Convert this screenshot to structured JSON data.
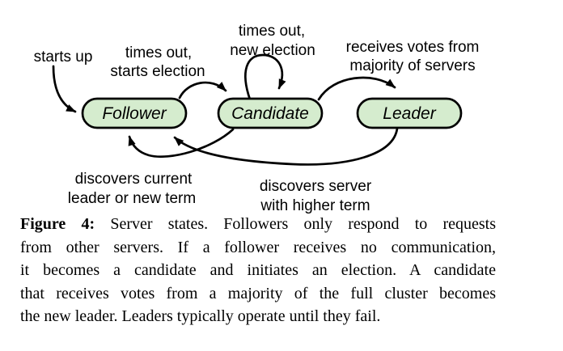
{
  "figure": {
    "states": [
      {
        "id": "follower",
        "label": "Follower"
      },
      {
        "id": "candidate",
        "label": "Candidate"
      },
      {
        "id": "leader",
        "label": "Leader"
      }
    ],
    "transitions": {
      "starts_up": {
        "line1": "starts up"
      },
      "times_out_starts_election": {
        "line1": "times out,",
        "line2": "starts election"
      },
      "times_out_new_election": {
        "line1": "times out,",
        "line2": "new election"
      },
      "receives_votes": {
        "line1": "receives votes from",
        "line2": "majority of servers"
      },
      "discovers_leader": {
        "line1": "discovers current",
        "line2": "leader or new term"
      },
      "discovers_higher_term": {
        "line1": "discovers server",
        "line2": "with higher term"
      }
    },
    "colors": {
      "state_fill": "#d5ecce",
      "state_border": "#000000",
      "arrow": "#000000"
    }
  },
  "caption": {
    "label": "Figure 4:",
    "lines": [
      " Server states. Followers only respond to requests",
      "from other servers. If a follower receives no communication,",
      "it becomes a candidate and initiates an election. A candidate",
      "that receives votes from a majority of the full cluster becomes",
      "the new leader. Leaders typically operate until they fail."
    ]
  }
}
